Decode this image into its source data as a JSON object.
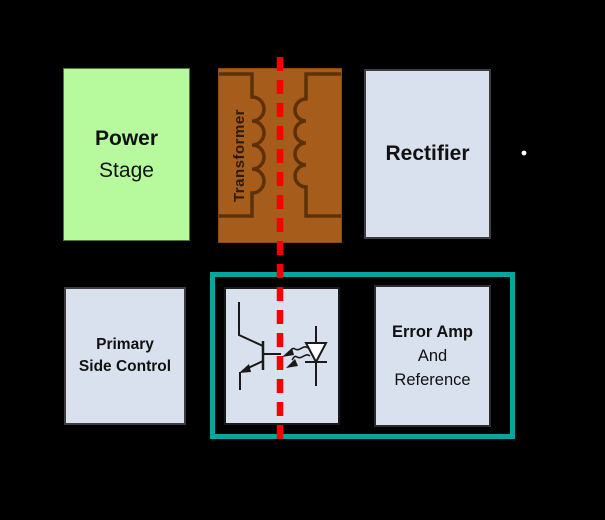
{
  "diagram": {
    "blocks": {
      "power_stage": {
        "line1": "Power",
        "line2": "Stage"
      },
      "transformer": {
        "label": "Transformer"
      },
      "rectifier": {
        "label": "Rectifier"
      },
      "primary_side_control": {
        "line1": "Primary",
        "line2": "Side Control"
      },
      "error_amp": {
        "line1": "Error Amp",
        "line2": "And",
        "line3": "Reference"
      }
    },
    "colors": {
      "background": "#000000",
      "power_stage_fill": "#B7FA9E",
      "transformer_fill": "#A65C1B",
      "transformer_winding": "#5C3109",
      "block_fill": "#D8E1ED",
      "isolation_barrier_red": "#F70000",
      "feedback_outline_teal": "#00A79E",
      "symbol_stroke": "#1A1A1A",
      "dot_white": "#FFFFFF"
    }
  }
}
